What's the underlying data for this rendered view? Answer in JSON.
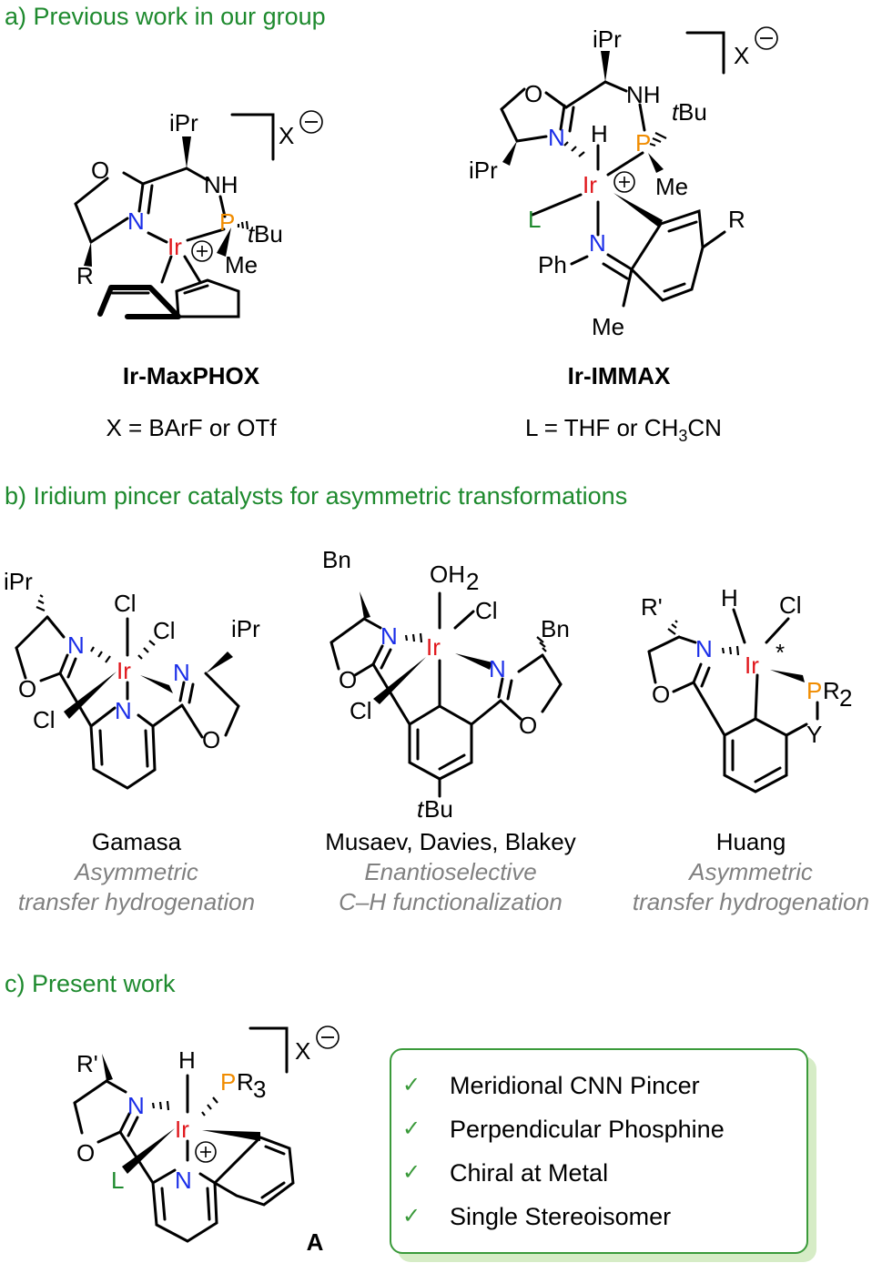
{
  "sections": {
    "a": "a) Previous work in our group",
    "b": "b) Iridium pincer catalysts for asymmetric transformations",
    "c": "c) Present work"
  },
  "compounds": {
    "maxphox": {
      "name": "Ir-MaxPHOX",
      "note": "X = BArF or OTf"
    },
    "immax": {
      "name": "Ir-IMMAX",
      "note_prefix": "L = THF or CH",
      "note_sub": "3",
      "note_suffix": "CN"
    },
    "gamasa": {
      "author": "Gamasa",
      "line1": "Asymmetric",
      "line2": "transfer hydrogenation"
    },
    "musaev": {
      "author": "Musaev, Davies, Blakey",
      "line1": "Enantioselective",
      "line2": "C–H functionalization"
    },
    "huang": {
      "author": "Huang",
      "line1": "Asymmetric",
      "line2": "transfer hydrogenation"
    },
    "present": {
      "label": "A"
    }
  },
  "atoms": {
    "ir": "Ir",
    "n": "N",
    "o": "O",
    "p": "P",
    "h": "H",
    "cl": "Cl",
    "x": "X",
    "l": "L",
    "nh": "NH",
    "ipr": "iPr",
    "tbu_t": "t",
    "tbu_bu": "Bu",
    "me": "Me",
    "r": "R",
    "rprime": "R'",
    "ph": "Ph",
    "bn": "Bn",
    "oh": "OH",
    "two": "2",
    "three": "3",
    "y": "Y",
    "star": "*",
    "plus": "+",
    "minus": "−"
  },
  "features": [
    {
      "check": "✓",
      "text": "Meridional CNN Pincer"
    },
    {
      "check": "✓",
      "text": "Perpendicular Phosphine"
    },
    {
      "check": "✓",
      "text": "Chiral at Metal"
    },
    {
      "check": "✓",
      "text": "Single Stereoisomer"
    }
  ],
  "colors": {
    "section_heading": "#1e8a2e",
    "iridium": "#e0161b",
    "nitrogen": "#1a2ee8",
    "phosphorus": "#f08c00",
    "caption_italic": "#808080",
    "box_border": "#3a9a3a",
    "box_shadow": "#d6ecc6"
  }
}
